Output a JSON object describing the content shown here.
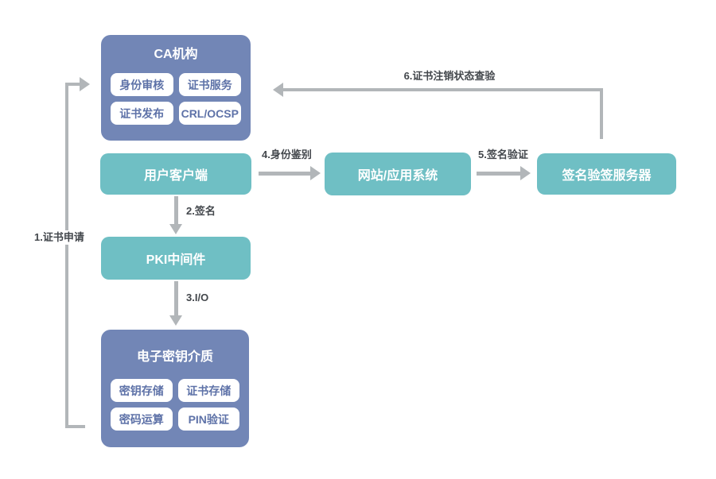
{
  "diagram": {
    "nodes": {
      "ca": {
        "title": "CA机构",
        "items": [
          "身份审核",
          "证书服务",
          "证书发布",
          "CRL/OCSP"
        ]
      },
      "user_client": {
        "title": "用户客户端"
      },
      "website": {
        "title": "网站/应用系统"
      },
      "sign_server": {
        "title": "签名验签服务器"
      },
      "pki_middleware": {
        "title": "PKI中间件"
      },
      "key_media": {
        "title": "电子密钥介质",
        "items": [
          "密钥存储",
          "证书存储",
          "密码运算",
          "PIN验证"
        ]
      }
    },
    "arrows": {
      "cert_apply": {
        "label": "1.证书申请"
      },
      "sign": {
        "label": "2.签名"
      },
      "io": {
        "label": "3.I/O"
      },
      "identity_auth": {
        "label": "4.身份鉴别"
      },
      "signature_verify": {
        "label": "5.签名验证"
      },
      "revocation_check": {
        "label": "6.证书注销状态查验"
      }
    },
    "colors": {
      "node_blue": "#7286B6",
      "node_teal": "#6FBFC4",
      "arrow_gray": "#B2B6B9",
      "chip_text": "#5E72A8",
      "label_text": "#43474C",
      "background": "#FFFFFF"
    }
  }
}
